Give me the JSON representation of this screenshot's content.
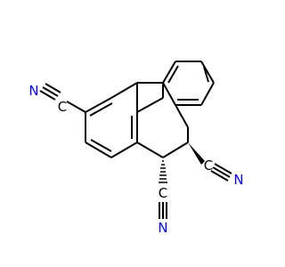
{
  "molecule": {
    "atoms": [
      {
        "id": "N1",
        "label": "N"
      },
      {
        "id": "C1",
        "label": "C"
      },
      {
        "id": "N2",
        "label": "N"
      },
      {
        "id": "C2",
        "label": "C"
      },
      {
        "id": "N3",
        "label": "N"
      },
      {
        "id": "C3",
        "label": "C"
      }
    ],
    "colors": {
      "carbon": "#000000",
      "nitrogen": "#0000FF",
      "bond": "#000000",
      "background": "#FFFFFF"
    }
  }
}
